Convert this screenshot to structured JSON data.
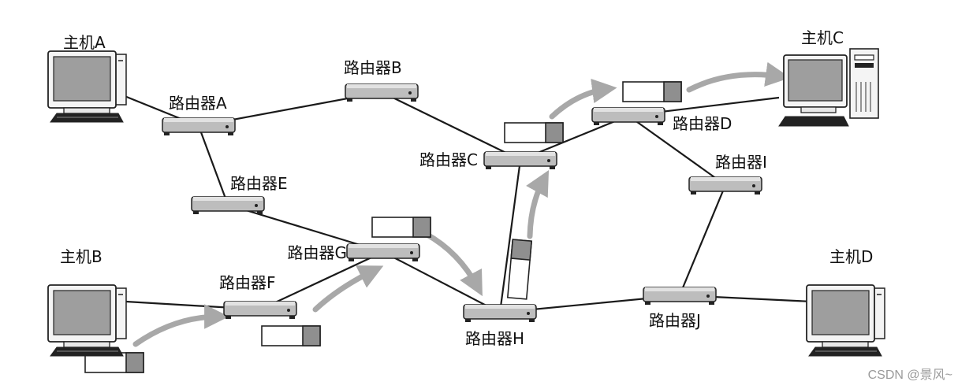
{
  "colors": {
    "line": "#1a1a1a",
    "router_body": "#bdbdbd",
    "router_top": "#e2e2e2",
    "screen": "#9e9e9e",
    "arrow": "#a8a8a8",
    "packet_header": "#8f8f8f"
  },
  "hosts": [
    {
      "id": "A",
      "label": "主机A",
      "type": "desktop"
    },
    {
      "id": "B",
      "label": "主机B",
      "type": "desktop"
    },
    {
      "id": "C",
      "label": "主机C",
      "type": "tower"
    },
    {
      "id": "D",
      "label": "主机D",
      "type": "desktop"
    }
  ],
  "routers": [
    {
      "id": "A",
      "label": "路由器A"
    },
    {
      "id": "B",
      "label": "路由器B"
    },
    {
      "id": "C",
      "label": "路由器C"
    },
    {
      "id": "D",
      "label": "路由器D"
    },
    {
      "id": "E",
      "label": "路由器E"
    },
    {
      "id": "F",
      "label": "路由器F"
    },
    {
      "id": "G",
      "label": "路由器G"
    },
    {
      "id": "H",
      "label": "路由器H"
    },
    {
      "id": "I",
      "label": "路由器I"
    },
    {
      "id": "J",
      "label": "路由器J"
    }
  ],
  "links": [
    [
      "hostA",
      "routerA"
    ],
    [
      "routerA",
      "routerB"
    ],
    [
      "routerA",
      "routerE"
    ],
    [
      "routerB",
      "routerC"
    ],
    [
      "routerC",
      "routerD"
    ],
    [
      "routerC",
      "routerH"
    ],
    [
      "routerD",
      "hostC"
    ],
    [
      "routerD",
      "routerI"
    ],
    [
      "routerE",
      "routerG"
    ],
    [
      "hostB",
      "routerF"
    ],
    [
      "routerF",
      "routerG"
    ],
    [
      "routerG",
      "routerH"
    ],
    [
      "routerH",
      "routerJ"
    ],
    [
      "routerI",
      "routerJ"
    ],
    [
      "routerJ",
      "hostD"
    ]
  ],
  "packet_path": [
    "主机B",
    "路由器F",
    "路由器G",
    "路由器H",
    "路由器C",
    "路由器D",
    "主机C"
  ],
  "watermark": "CSDN @景风~"
}
